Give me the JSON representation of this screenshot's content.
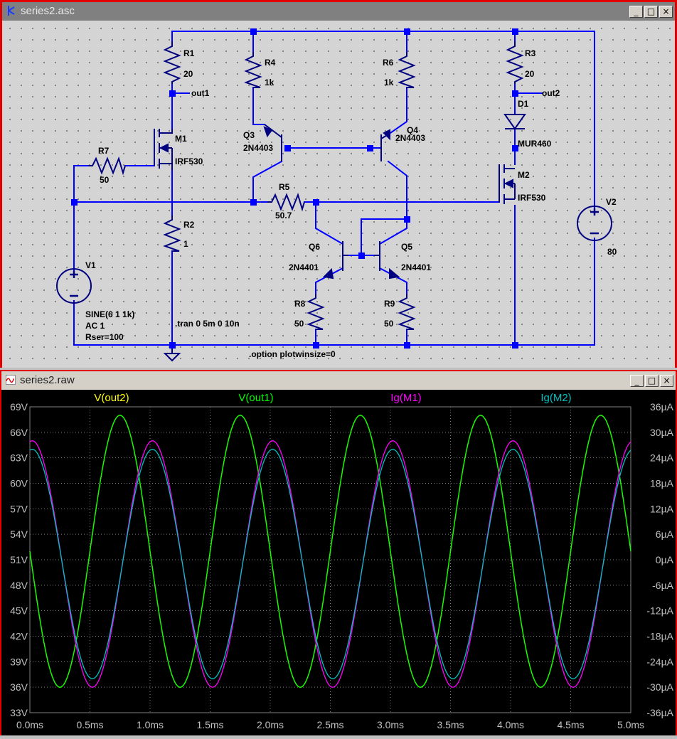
{
  "schematic_window": {
    "title": "series2.asc",
    "buttons": {
      "minimize": "_",
      "maximize": "□",
      "close": "×"
    }
  },
  "schematic": {
    "components": {
      "R1": {
        "name": "R1",
        "value": "20"
      },
      "R2": {
        "name": "R2",
        "value": "1"
      },
      "R3": {
        "name": "R3",
        "value": "20"
      },
      "R4": {
        "name": "R4",
        "value": "1k"
      },
      "R5": {
        "name": "R5",
        "value": "50.7"
      },
      "R6": {
        "name": "R6",
        "value": "1k"
      },
      "R7": {
        "name": "R7",
        "value": "50"
      },
      "R8": {
        "name": "R8",
        "value": "50"
      },
      "R9": {
        "name": "R9",
        "value": "50"
      },
      "M1": {
        "name": "M1",
        "value": "IRF530"
      },
      "M2": {
        "name": "M2",
        "value": "IRF530"
      },
      "Q3": {
        "name": "Q3",
        "value": "2N4403"
      },
      "Q4": {
        "name": "Q4",
        "value": "2N4403"
      },
      "Q5": {
        "name": "Q5",
        "value": "2N4401"
      },
      "Q6": {
        "name": "Q6",
        "value": "2N4401"
      },
      "D1": {
        "name": "D1",
        "value": "MUR460"
      },
      "V1": {
        "name": "V1",
        "line1": "SINE(6 1 1k)",
        "line2": "AC 1",
        "line3": "Rser=100"
      },
      "V2": {
        "name": "V2",
        "value": "80"
      }
    },
    "net_labels": {
      "out1": "out1",
      "out2": "out2"
    },
    "directives": {
      "tran": ".tran 0 5m 0 10n",
      "option": ".option plotwinsize=0"
    }
  },
  "waveform_window": {
    "title": "series2.raw",
    "buttons": {
      "minimize": "_",
      "maximize": "□",
      "close": "×"
    }
  },
  "colors": {
    "wire": "#0000ff",
    "component": "#000080",
    "schematic_text": "#000000",
    "plot_background": "#000000",
    "grid": "#808080",
    "axis_text": "#c0c0c0",
    "trace_out2": "#ffff00",
    "trace_out1": "#00ff00",
    "trace_igm1": "#ff00ff",
    "trace_igm2": "#00c0c0"
  },
  "chart_data": {
    "type": "line",
    "x_unit": "ms",
    "x_range": [
      0,
      5
    ],
    "x_ticks": [
      "0.0ms",
      "0.5ms",
      "1.0ms",
      "1.5ms",
      "2.0ms",
      "2.5ms",
      "3.0ms",
      "3.5ms",
      "4.0ms",
      "4.5ms",
      "5.0ms"
    ],
    "y_left_range": [
      33,
      69
    ],
    "y_left_ticks": [
      "69V",
      "66V",
      "63V",
      "60V",
      "57V",
      "54V",
      "51V",
      "48V",
      "45V",
      "42V",
      "39V",
      "36V",
      "33V"
    ],
    "y_right_range": [
      -36,
      36
    ],
    "y_right_ticks": [
      "36µA",
      "30µA",
      "24µA",
      "18µA",
      "12µA",
      "6µA",
      "0µA",
      "-6µA",
      "-12µA",
      "-18µA",
      "-24µA",
      "-30µA",
      "-36µA"
    ],
    "grid": true,
    "legend_position": "top",
    "series": [
      {
        "name": "V(out2)",
        "axis": "left",
        "color": "#ffff00",
        "waveform": {
          "shape": "sine",
          "freq_khz": 1,
          "offset": 52,
          "amplitude": 16,
          "peak_at_ms": 0.75
        }
      },
      {
        "name": "V(out1)",
        "axis": "left",
        "color": "#00ff00",
        "waveform": {
          "shape": "sine",
          "freq_khz": 1,
          "offset": 52,
          "amplitude": 16,
          "peak_at_ms": 0.75
        }
      },
      {
        "name": "Ig(M1)",
        "axis": "right",
        "color": "#ff00ff",
        "waveform": {
          "shape": "sine",
          "freq_khz": 1,
          "offset": -1,
          "amplitude": 29,
          "peak_at_ms": 0.02
        }
      },
      {
        "name": "Ig(M2)",
        "axis": "right",
        "color": "#00c0c0",
        "waveform": {
          "shape": "sine",
          "freq_khz": 1,
          "offset": -1,
          "amplitude": 27,
          "peak_at_ms": 0.02
        }
      }
    ]
  }
}
